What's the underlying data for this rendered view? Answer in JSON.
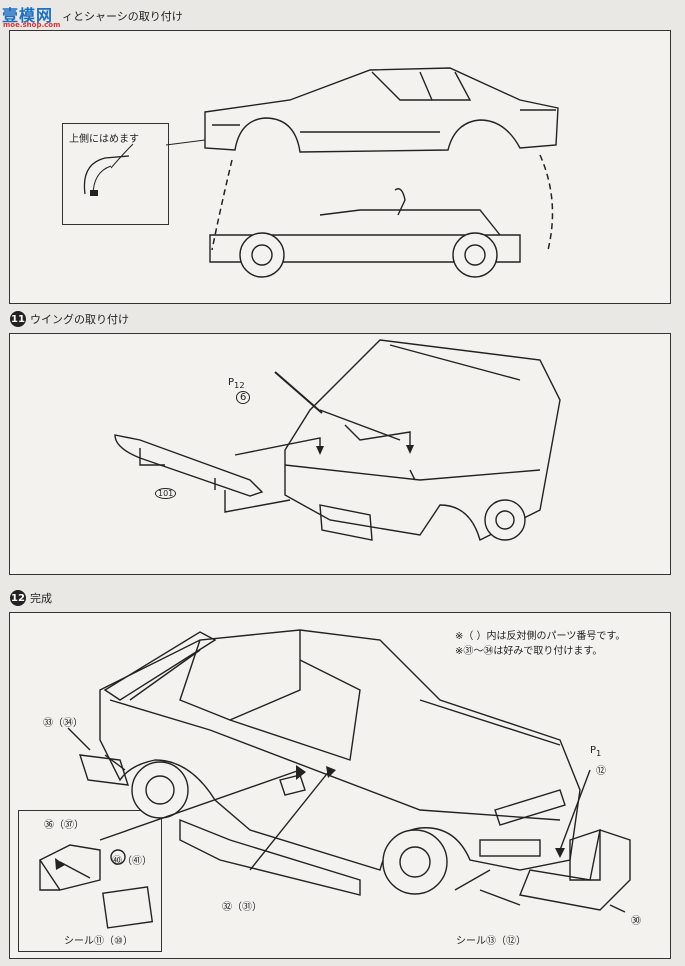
{
  "watermark": {
    "brand": "壹模网",
    "url": "moe.shop.com"
  },
  "step10": {
    "title": "ィとシャーシの取り付け",
    "inset_label": "上側にはめます"
  },
  "step11": {
    "number": "11",
    "title": "ウイングの取り付け",
    "part_ref": "P",
    "part_sub": "12",
    "part_6": "6",
    "part_101": "101"
  },
  "step12": {
    "number": "12",
    "title": "完成",
    "note1": "※（ ）内は反対側のパーツ番号です。",
    "note2": "※㉛〜㉞は好みで取り付けます。",
    "labels": {
      "p33": "㉝（㉞）",
      "p36": "㊱（㊲）",
      "p40": "㊵（㊶）",
      "seal1": "シール⑪（⑩）",
      "p32": "㉜（㉛）",
      "seal2": "シール⑬（⑫）",
      "p12": "⑫",
      "p30": "㉚",
      "pref": "P",
      "pref_sub": "1"
    }
  }
}
